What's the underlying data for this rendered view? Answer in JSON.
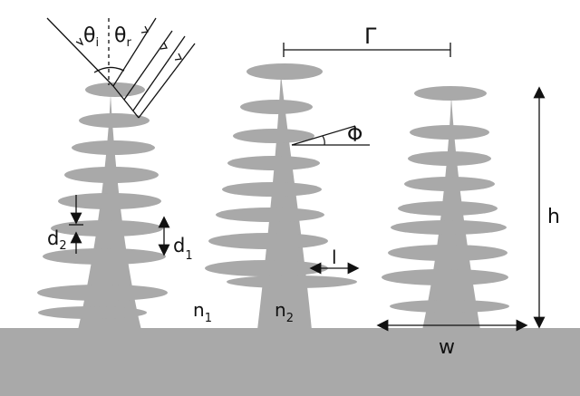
{
  "figure": {
    "title": "Nanostructured tree-like cones with disk branches on a substrate",
    "colors": {
      "structure": "#a9a9a9",
      "substrate": "#a9a9a9",
      "ink": "#111111",
      "background": "#ffffff"
    },
    "labels": {
      "theta_i": "θ",
      "theta_i_sub": "i",
      "theta_r": "θ",
      "theta_r_sub": "r",
      "period": "Γ",
      "phi": "Φ",
      "height": "h",
      "d2": "d",
      "d2_sub": "2",
      "d1": "d",
      "d1_sub": "1",
      "n1": "n",
      "n1_sub": "1",
      "n2": "n",
      "n2_sub": "2",
      "branch_length": "l",
      "width": "w"
    }
  }
}
